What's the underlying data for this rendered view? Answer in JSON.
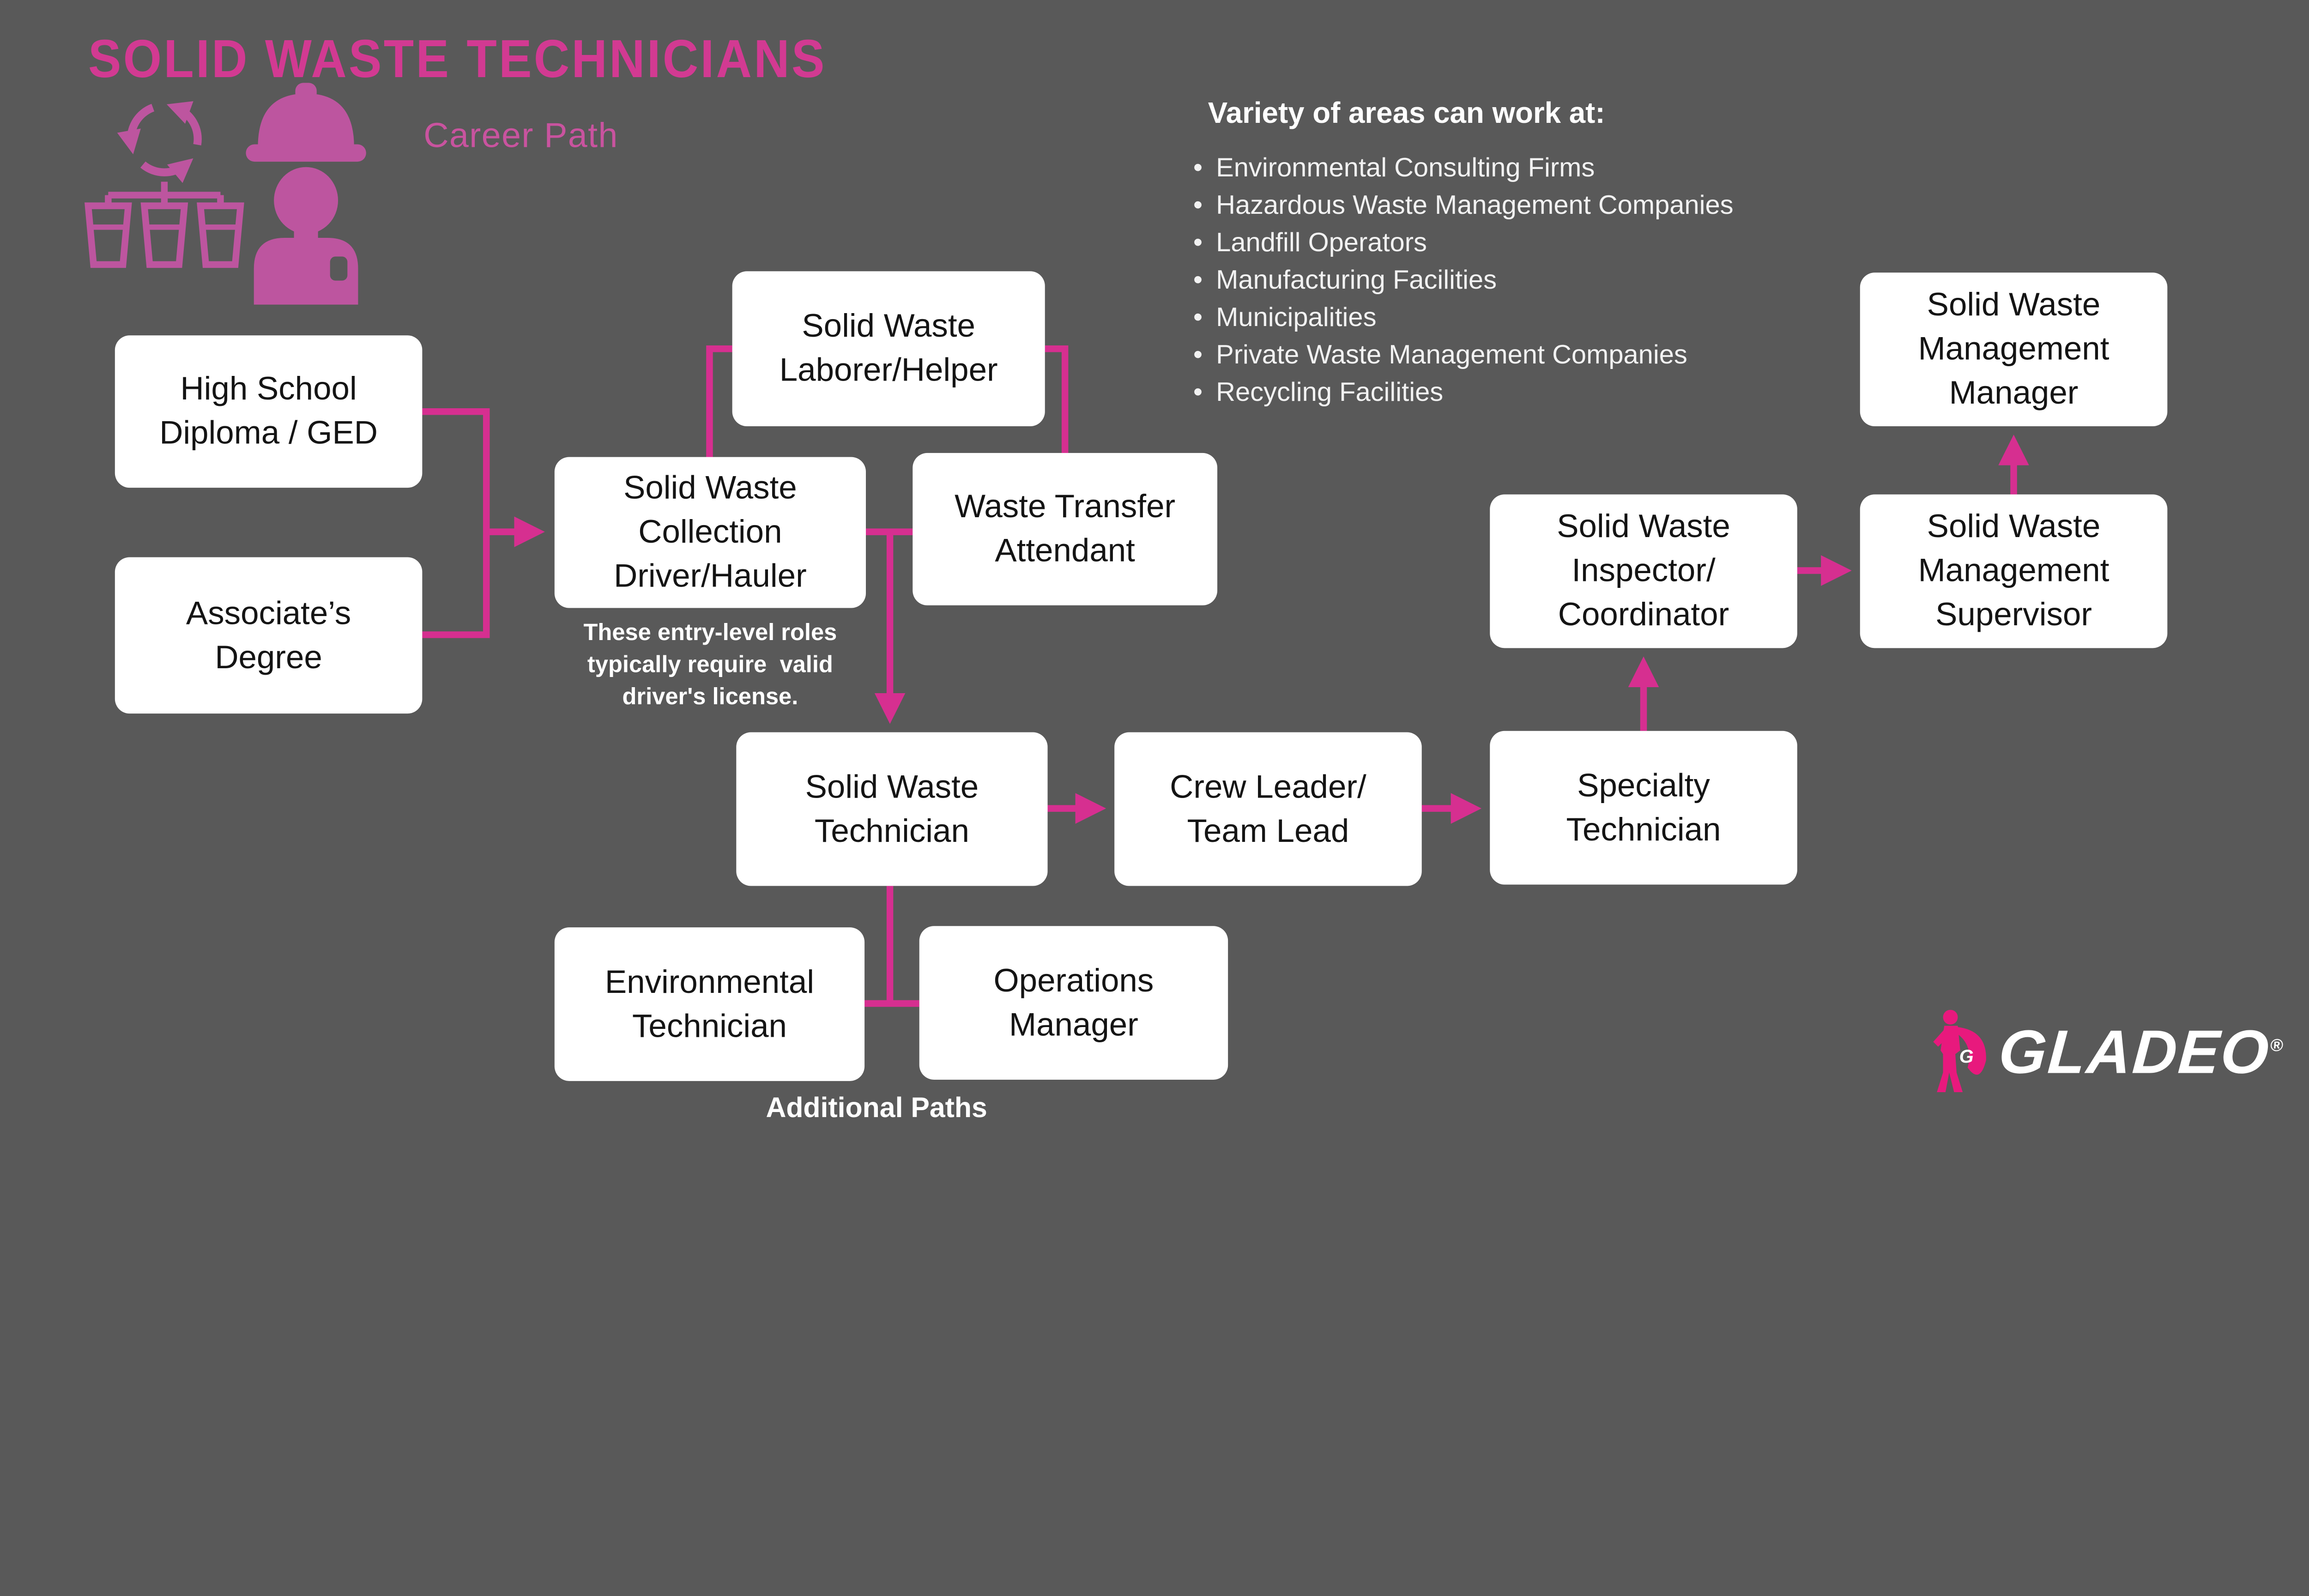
{
  "title": "SOLID WASTE TECHNICIANS",
  "subtitle": "Career Path",
  "work_areas": {
    "heading": "Variety of areas can work at:",
    "items": [
      "Environmental Consulting Firms",
      "Hazardous Waste Management Companies",
      "Landfill Operators",
      "Manufacturing Facilities",
      "Municipalities",
      "Private Waste Management Companies",
      "Recycling Facilities"
    ]
  },
  "boxes": [
    {
      "id": "high-school-diploma-ged",
      "label": "High School\nDiploma / GED"
    },
    {
      "id": "associates-degree",
      "label": "Associate’s\nDegree"
    },
    {
      "id": "solid-waste-laborer-helper",
      "label": "Solid Waste\nLaborer/Helper"
    },
    {
      "id": "solid-waste-collection-driver-hauler",
      "label": "Solid Waste\nCollection\nDriver/Hauler"
    },
    {
      "id": "waste-transfer-attendant",
      "label": "Waste Transfer\nAttendant"
    },
    {
      "id": "solid-waste-technician",
      "label": "Solid Waste\nTechnician"
    },
    {
      "id": "crew-leader-team-lead",
      "label": "Crew Leader/\nTeam Lead"
    },
    {
      "id": "specialty-technician",
      "label": "Specialty\nTechnician"
    },
    {
      "id": "solid-waste-inspector-coordinator",
      "label": "Solid Waste\nInspector/\nCoordinator"
    },
    {
      "id": "solid-waste-management-supervisor",
      "label": "Solid Waste\nManagement\nSupervisor"
    },
    {
      "id": "solid-waste-management-manager",
      "label": "Solid Waste\nManagement\nManager"
    },
    {
      "id": "environmental-technician",
      "label": "Environmental\nTechnician"
    },
    {
      "id": "operations-manager",
      "label": "Operations\nManager"
    }
  ],
  "note": "These entry-level roles\ntypically require  valid\ndriver's license.",
  "additional_paths_label": "Additional Paths",
  "logo": {
    "brand": "GLADEO",
    "registered": "®"
  },
  "icons": {
    "header_icon": "recycling-sorting-worker-icon",
    "logo_icon": "superhero-mascot-icon"
  },
  "colors": {
    "background": "#595959",
    "box_fill": "#ffffff",
    "box_text": "#141414",
    "title_pink": "#d23a92",
    "icon_pink": "#bd559f",
    "arrow_pink": "#d62f90",
    "logo_pink": "#e8197d",
    "text_white": "#ffffff"
  }
}
